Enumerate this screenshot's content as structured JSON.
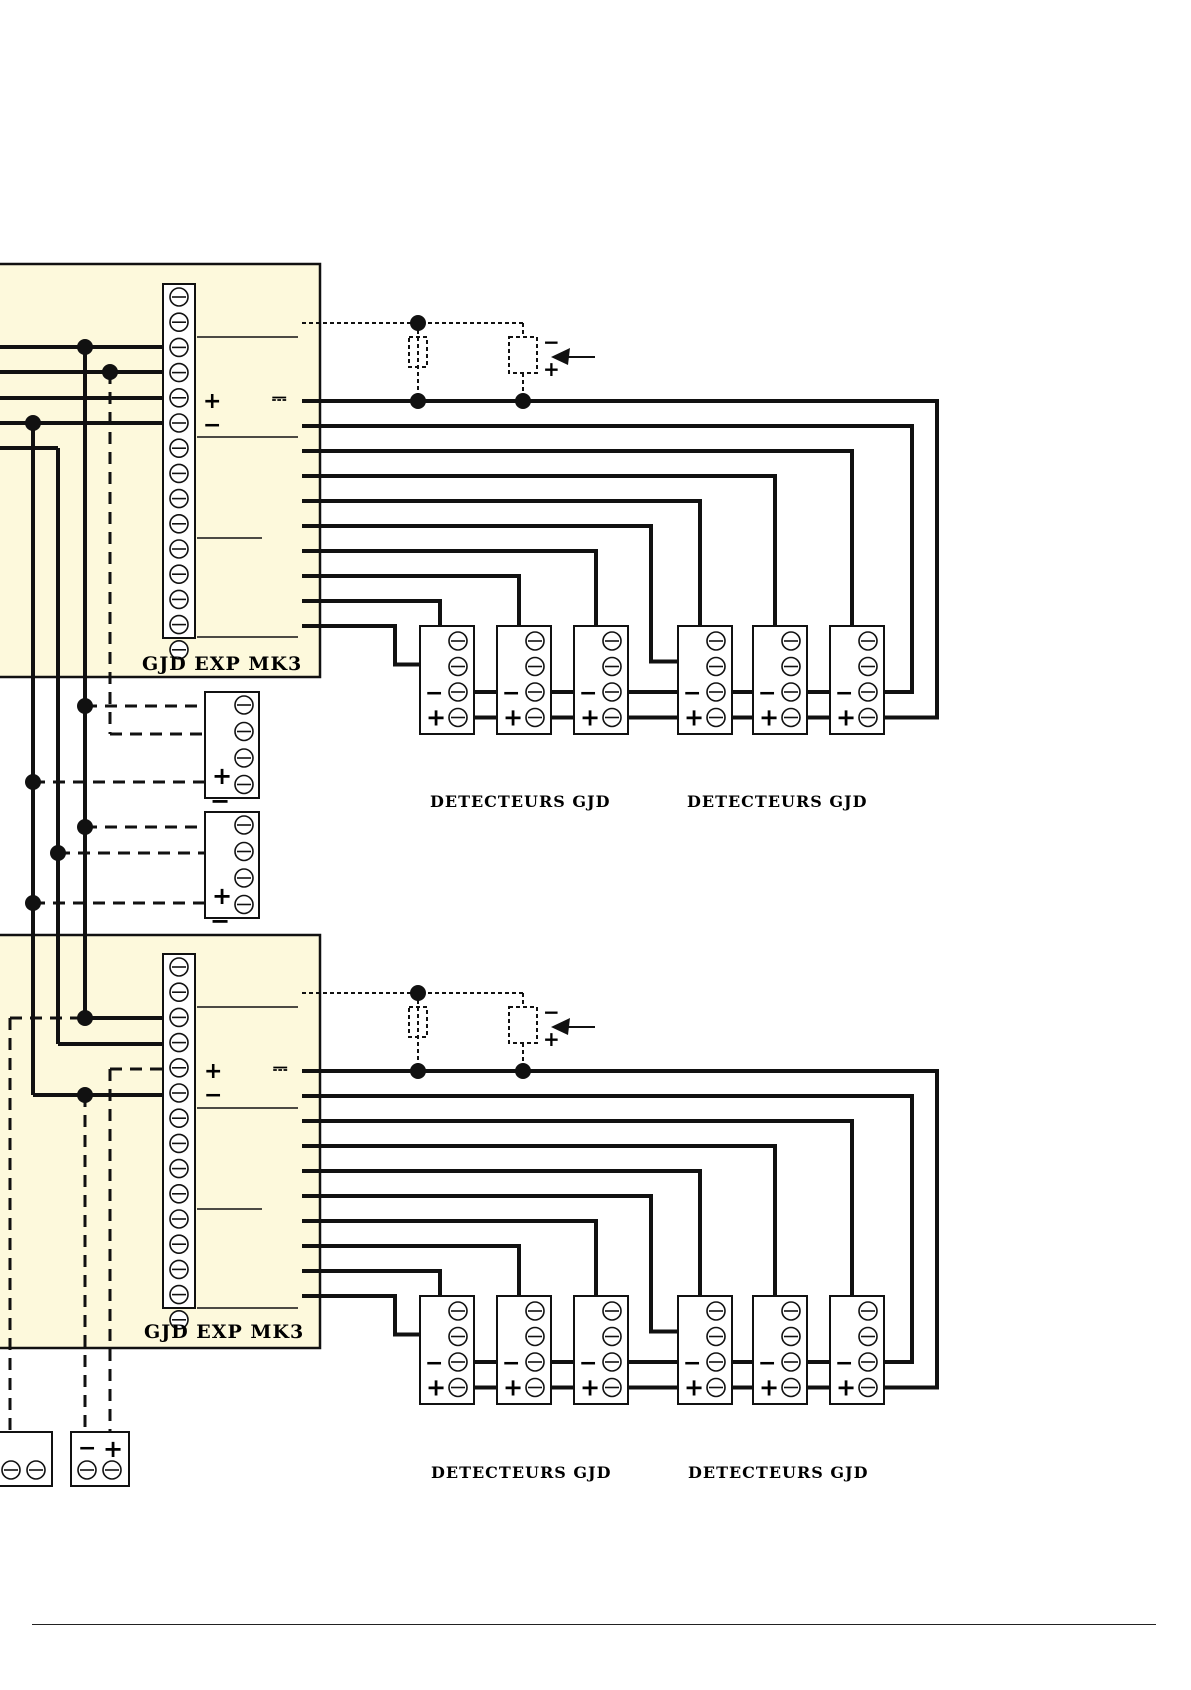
{
  "diagram": {
    "modules": [
      {
        "name": "GJD EXP MK3"
      },
      {
        "name": "GJD EXP MK3"
      }
    ],
    "detector_labels": [
      "DETECTEURS GJD",
      "DETECTEURS GJD",
      "DETECTEURS GJD",
      "DETECTEURS GJD"
    ],
    "symbols": {
      "plus": "+",
      "minus": "−",
      "dc": "⎓"
    },
    "colors": {
      "module_fill": "#fdf9dc",
      "wire": "#111111"
    }
  }
}
